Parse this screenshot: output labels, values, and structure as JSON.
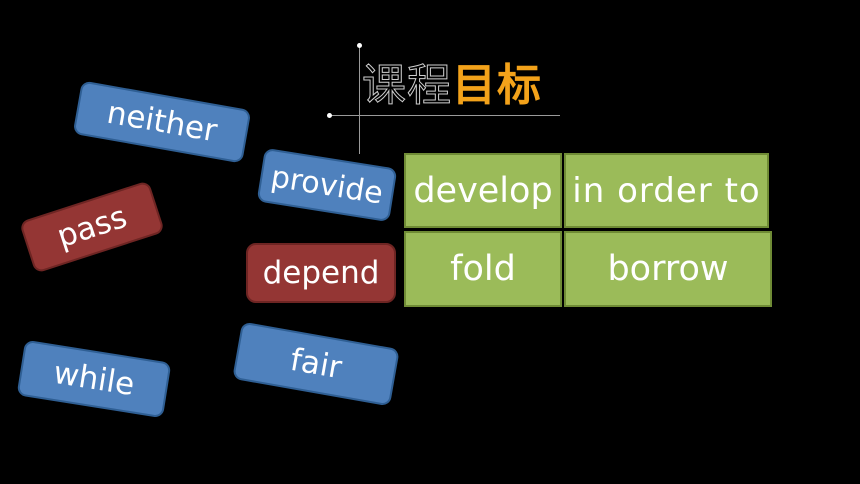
{
  "title": {
    "part1": "课程",
    "part2": "目标"
  },
  "cards": {
    "neither": "neither",
    "provide": "provide",
    "pass": "pass",
    "depend": "depend",
    "while": "while",
    "fair": "fair"
  },
  "grid": {
    "row1": [
      "develop",
      "in order to"
    ],
    "row2": [
      "fold",
      "borrow"
    ]
  },
  "colors": {
    "background": "#000000",
    "blue_card": "#4f81bd",
    "red_card": "#943634",
    "green_cell": "#9bbb59",
    "title_accent": "#f3a21a"
  }
}
